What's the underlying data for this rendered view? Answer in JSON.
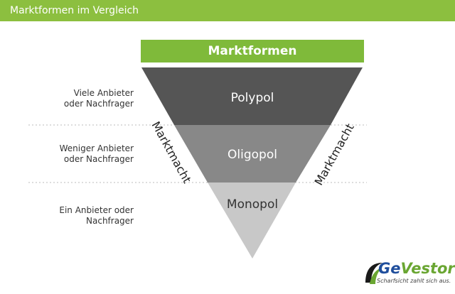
{
  "page_title": "Marktformen im Vergleich",
  "header": "Marktformen",
  "segments": [
    {
      "label": "Polypol",
      "description_line1": "Viele Anbieter",
      "description_line2": "oder Nachfrager",
      "color": "#555555",
      "text_color": "#ffffff"
    },
    {
      "label": "Oligopol",
      "description_line1": "Weniger Anbieter",
      "description_line2": "oder Nachfrager",
      "color": "#888888",
      "text_color": "#ffffff"
    },
    {
      "label": "Monopol",
      "description_line1": "Ein Anbieter oder",
      "description_line2": "Nachfrager",
      "color": "#c8c8c8",
      "text_color": "#333333"
    }
  ],
  "axis_label_left": "Marktmacht",
  "axis_label_right": "Marktmacht",
  "logo": {
    "text_ge": "Ge",
    "text_vestor": "Vestor",
    "tagline": "Scharfsicht zahlt sich aus."
  },
  "colors": {
    "green_bar": "#8cbf3f",
    "green_header": "#7fba3a",
    "logo_blue": "#1f4e9c",
    "logo_green": "#6aa632"
  }
}
